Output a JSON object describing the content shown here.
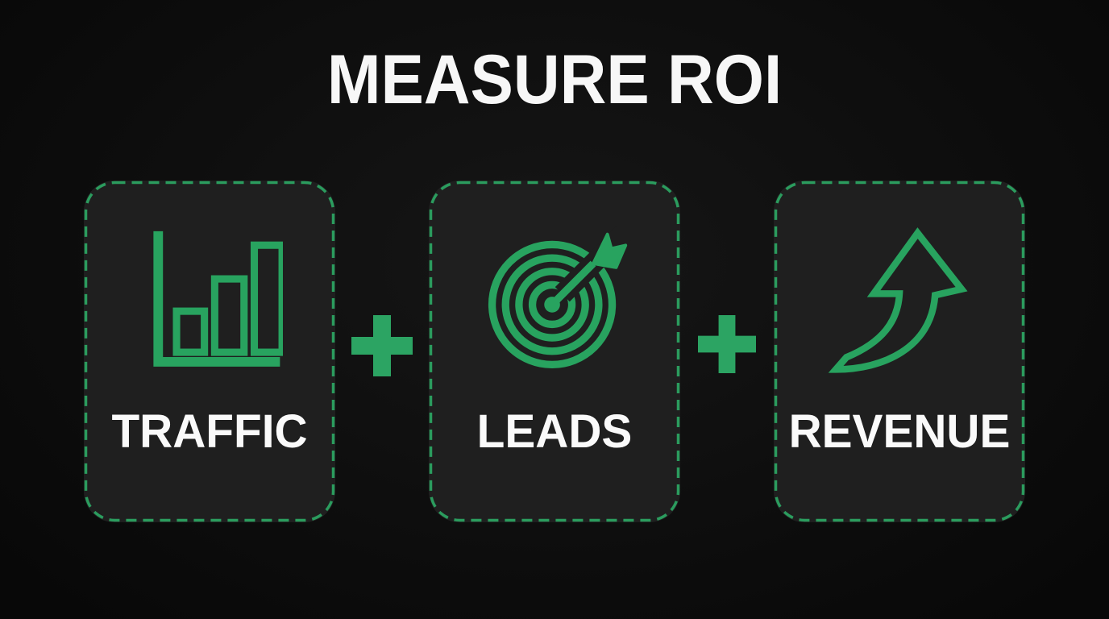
{
  "title": "MEASURE ROI",
  "diagram": {
    "operator_symbol": "plus",
    "nodes": [
      {
        "label": "TRAFFIC",
        "icon": "bar-chart-icon"
      },
      {
        "label": "LEADS",
        "icon": "target-arrow-icon"
      },
      {
        "label": "REVENUE",
        "icon": "growth-arrow-icon"
      }
    ]
  },
  "colors": {
    "accent_green": "#28a35f",
    "dash_green": "#2b9c5e",
    "page_background": "#0e0e0e",
    "card_background": "#1f1f1f",
    "text_white": "#f7f7f7"
  }
}
